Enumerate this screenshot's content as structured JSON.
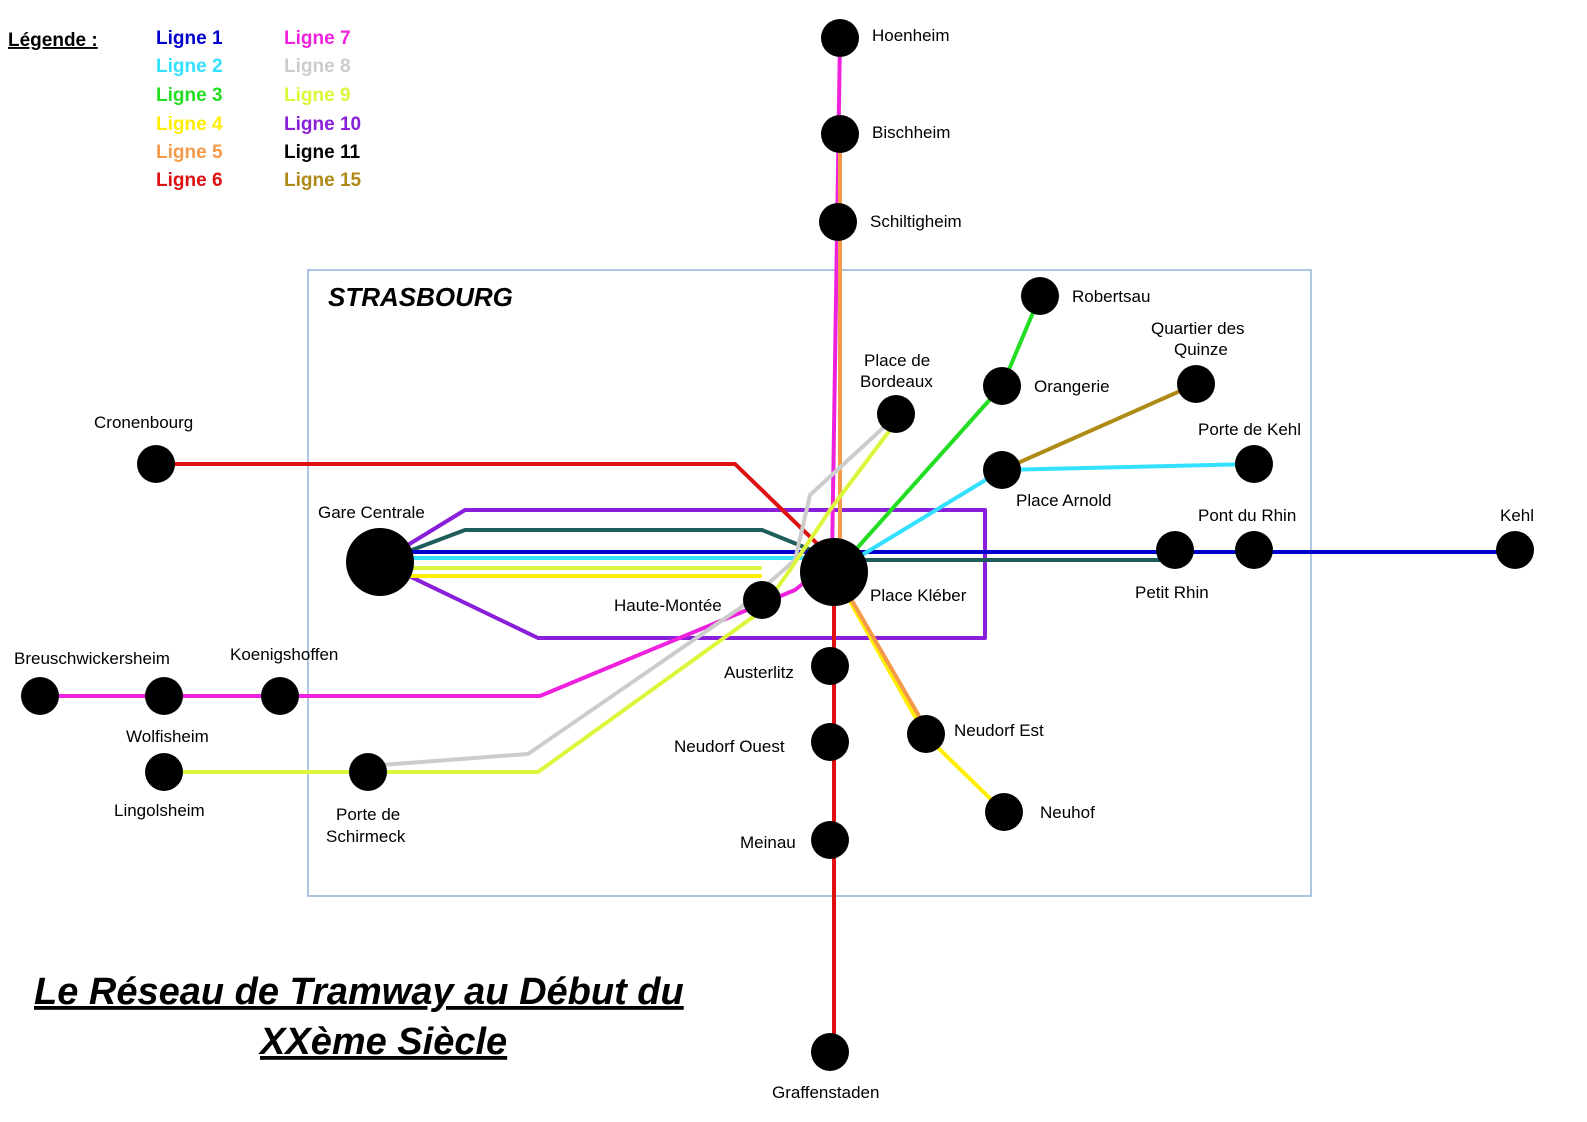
{
  "title_lines": [
    "Le Réseau de Tramway au Début du",
    "XXème Siècle"
  ],
  "city_label": "STRASBOURG",
  "legend": {
    "title": "Légende :",
    "items": [
      {
        "label": "Ligne 1",
        "color": "#0000cc"
      },
      {
        "label": "Ligne 2",
        "color": "#33e0ff"
      },
      {
        "label": "Ligne 3",
        "color": "#22dd22"
      },
      {
        "label": "Ligne 4",
        "color": "#ffee00"
      },
      {
        "label": "Ligne 5",
        "color": "#f59a4a"
      },
      {
        "label": "Ligne 6",
        "color": "#dd1111"
      },
      {
        "label": "Ligne 7",
        "color": "#ee22dd"
      },
      {
        "label": "Ligne 8",
        "color": "#cccccc"
      },
      {
        "label": "Ligne 9",
        "color": "#ddf53a"
      },
      {
        "label": "Ligne 10",
        "color": "#8a1fd9"
      },
      {
        "label": "Ligne 11",
        "color": "#000000"
      },
      {
        "label": "Ligne 15",
        "color": "#b08a16"
      }
    ]
  },
  "stations": [
    "Hoenheim",
    "Bischheim",
    "Schiltigheim",
    "Robertsau",
    "Quartier des",
    "Quinze",
    "Orangerie",
    "Place de",
    "Bordeaux",
    "Porte de Kehl",
    "Place Arnold",
    "Cronenbourg",
    "Gare Centrale",
    "Pont du Rhin",
    "Kehl",
    "Place Kléber",
    "Petit Rhin",
    "Haute-Montée",
    "Breuschwickersheim",
    "Koenigshoffen",
    "Austerlitz",
    "Wolfisheim",
    "Neudorf Est",
    "Neudorf Ouest",
    "Lingolsheim",
    "Neuhof",
    "Porte de",
    "Schirmeck",
    "Meinau",
    "Graffenstaden"
  ],
  "colors": {
    "ligne1": "#0000cc",
    "ligne2": "#33e0ff",
    "ligne3": "#22dd22",
    "ligne4": "#ffee00",
    "ligne5": "#f59a4a",
    "ligne6": "#dd1111",
    "ligne7": "#ee22dd",
    "ligne8": "#cccccc",
    "ligne9": "#ddf53a",
    "ligne10": "#8a1fd9",
    "ligne11": "#1d5e5a",
    "ligne15": "#b08a16",
    "city_border": "#8fb2d9"
  }
}
